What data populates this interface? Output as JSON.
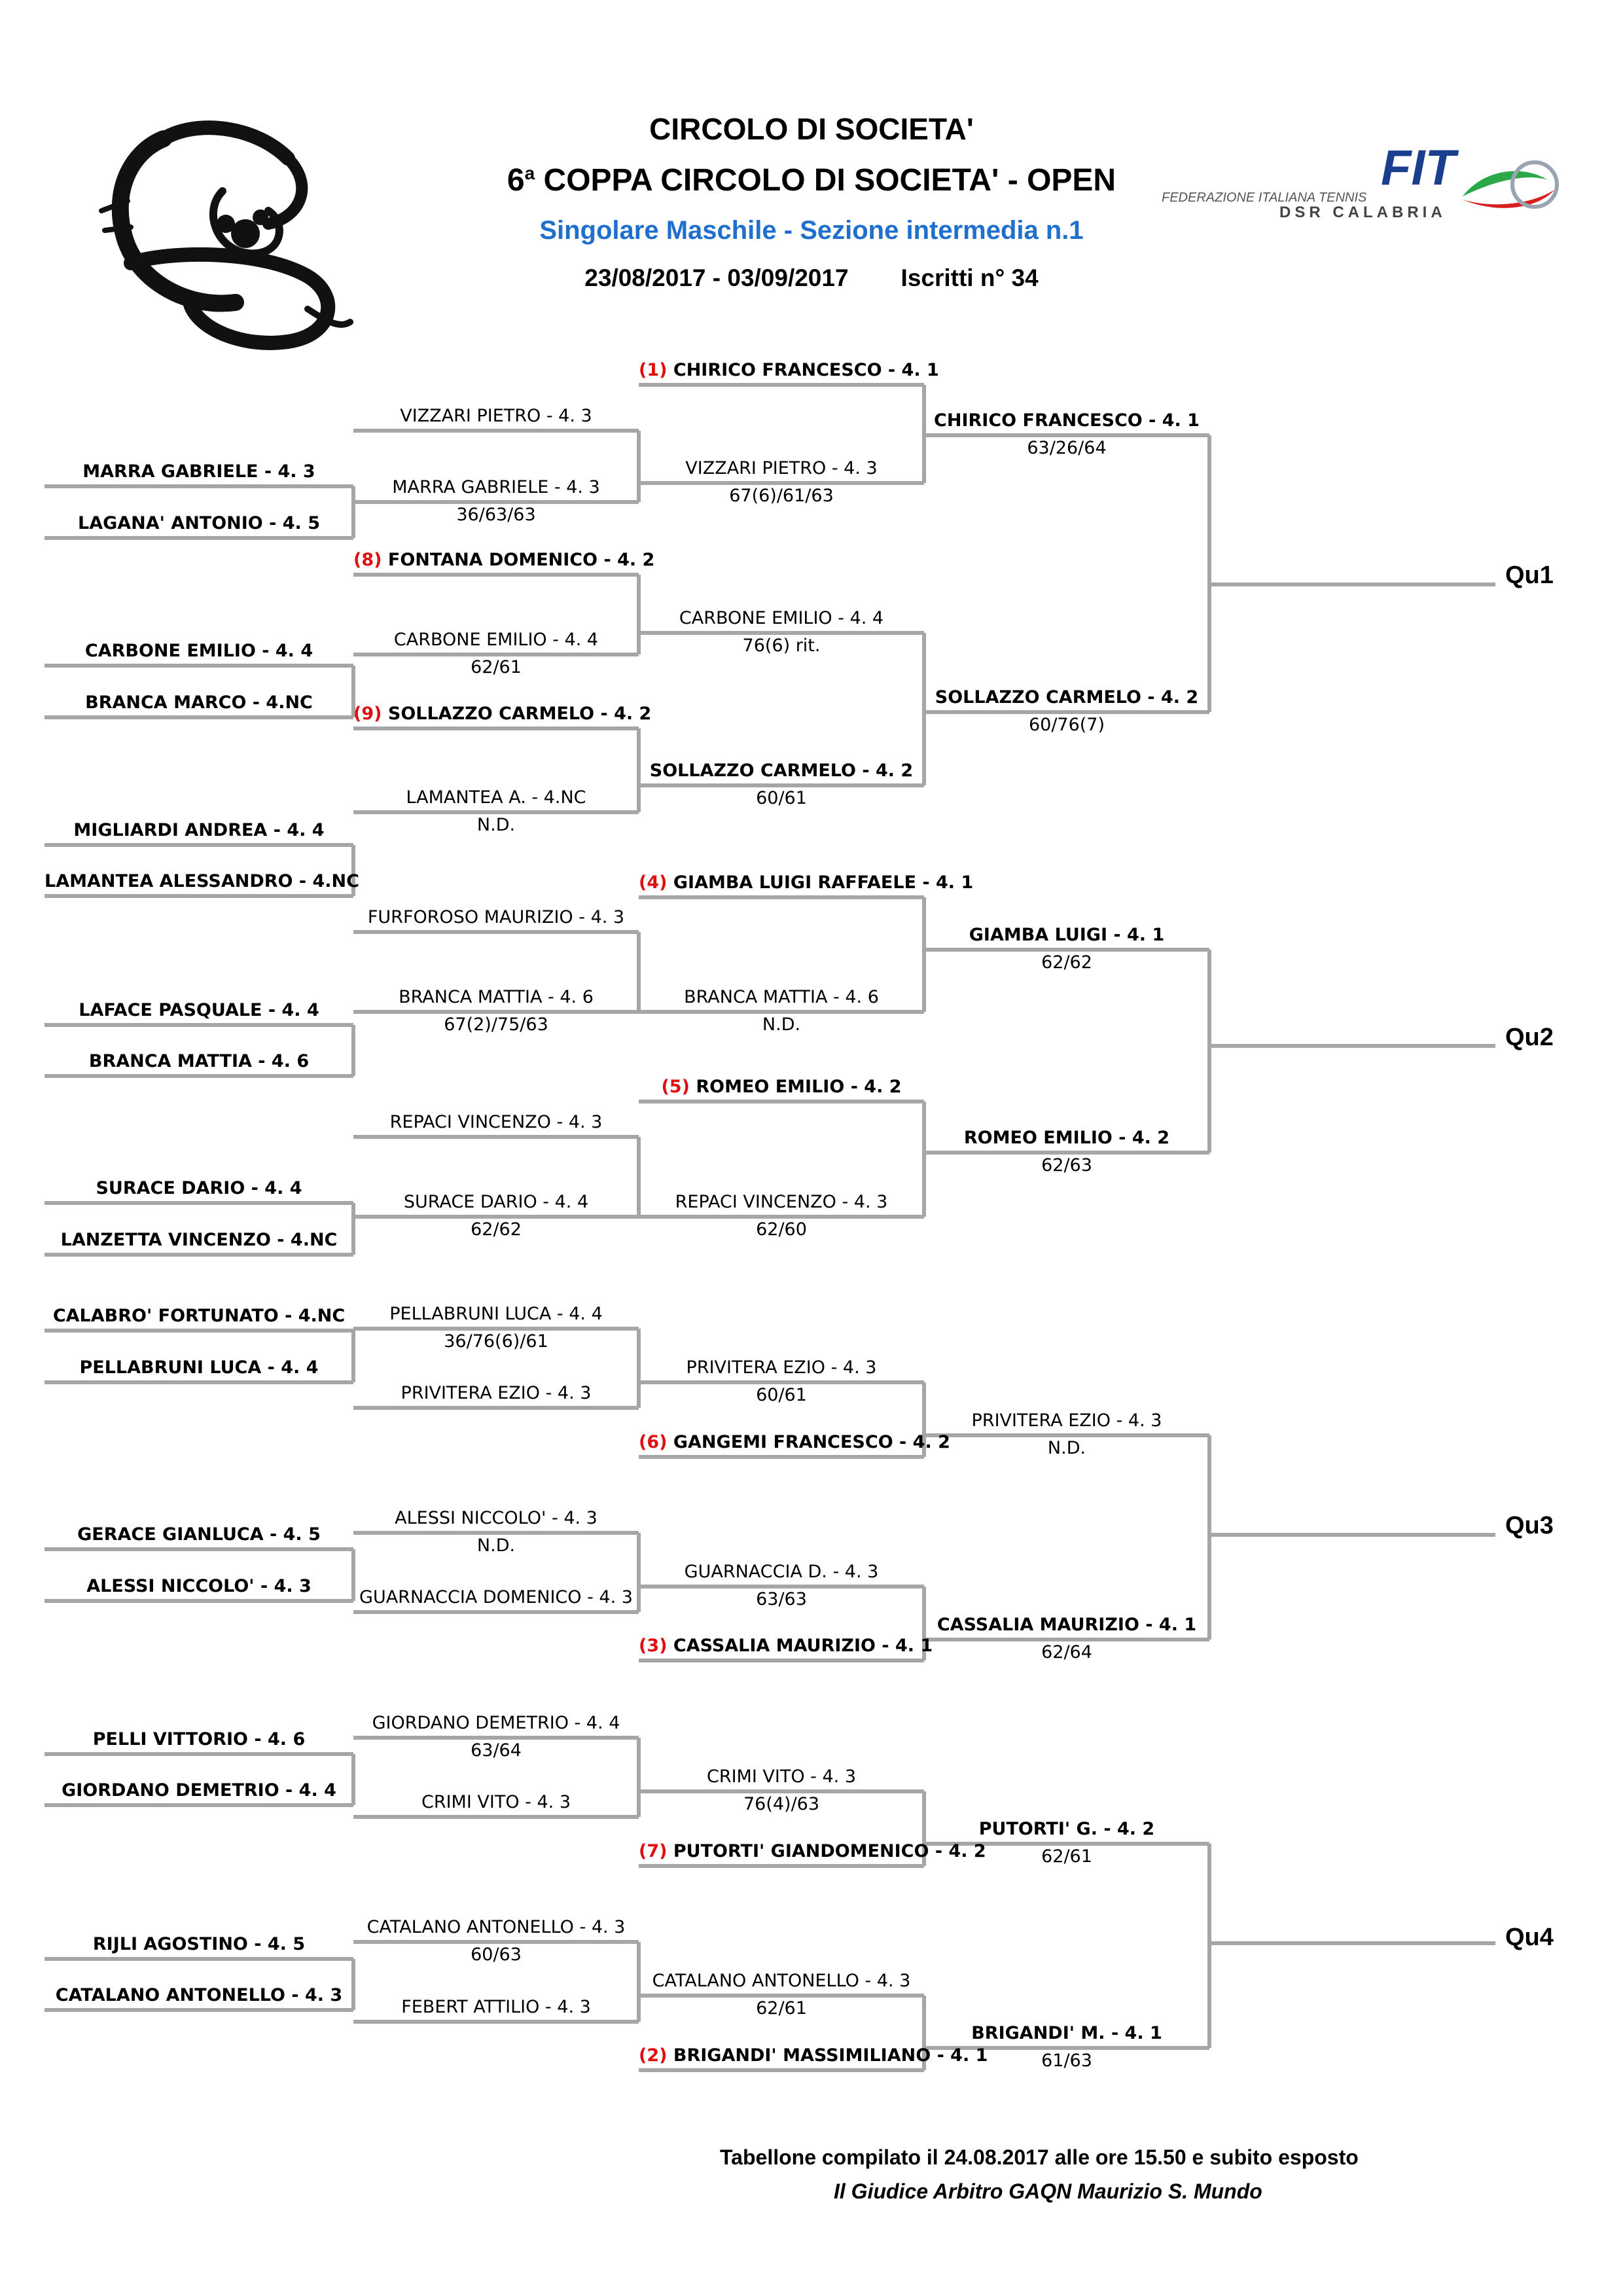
{
  "header": {
    "title": "CIRCOLO DI SOCIETA'",
    "cup_prefix": "6",
    "cup_sup": "a",
    "cup_rest": " COPPA CIRCOLO DI SOCIETA' - OPEN",
    "section": "Singolare Maschile - Sezione intermedia n.1",
    "dates": "23/08/2017 - 03/09/2017",
    "entrants": "Iscritti n° 34"
  },
  "logos": {
    "left": "circolo-monogram",
    "right_brand": "FIT",
    "right_text1": "FEDERAZIONE ITALIANA TENNIS",
    "right_text2": "DSR CALABRIA"
  },
  "colors": {
    "seed": "#e01010",
    "section": "#1f6fcf",
    "lines": "#a6a6a6"
  },
  "draw": {
    "c1": [
      "MARRA GABRIELE - 4. 3",
      "LAGANA' ANTONIO - 4. 5",
      "CARBONE EMILIO - 4. 4",
      "BRANCA MARCO - 4.NC",
      "MIGLIARDI ANDREA - 4. 4",
      "LAMANTEA ALESSANDRO - 4.NC",
      "LAFACE PASQUALE - 4. 4",
      "BRANCA MATTIA - 4. 6",
      "SURACE DARIO - 4. 4",
      "LANZETTA VINCENZO - 4.NC",
      "CALABRO' FORTUNATO - 4.NC",
      "PELLABRUNI LUCA - 4. 4",
      "GERACE GIANLUCA - 4. 5",
      "ALESSI NICCOLO' - 4. 3",
      "PELLI VITTORIO - 4. 6",
      "GIORDANO DEMETRIO - 4. 4",
      "RIJLI AGOSTINO - 4. 5",
      "CATALANO ANTONELLO - 4. 3"
    ],
    "c2": [
      {
        "name": "VIZZARI PIETRO - 4. 3"
      },
      {
        "name": "MARRA GABRIELE - 4. 3",
        "score": "36/63/63"
      },
      {
        "name": "FONTANA DOMENICO - 4. 2",
        "seed": "(8)",
        "bold": true
      },
      {
        "name": "CARBONE EMILIO - 4. 4",
        "score": "62/61"
      },
      {
        "name": "SOLLAZZO CARMELO - 4. 2",
        "seed": "(9)",
        "bold": true
      },
      {
        "name": "LAMANTEA A. - 4.NC",
        "score": "N.D."
      },
      {
        "name": "FURFOROSO MAURIZIO - 4. 3"
      },
      {
        "name": "BRANCA MATTIA - 4. 6",
        "score": "67(2)/75/63"
      },
      {
        "name": "REPACI VINCENZO - 4. 3"
      },
      {
        "name": "SURACE DARIO - 4. 4",
        "score": "62/62"
      },
      {
        "name": "PELLABRUNI LUCA - 4. 4",
        "score": "36/76(6)/61"
      },
      {
        "name": "PRIVITERA EZIO - 4. 3"
      },
      {
        "name": "ALESSI NICCOLO' - 4. 3",
        "score": "N.D."
      },
      {
        "name": "GUARNACCIA DOMENICO - 4. 3"
      },
      {
        "name": "GIORDANO DEMETRIO - 4. 4",
        "score": "63/64"
      },
      {
        "name": "CRIMI VITO - 4. 3"
      },
      {
        "name": "CATALANO ANTONELLO - 4. 3",
        "score": "60/63"
      },
      {
        "name": "FEBERT ATTILIO - 4. 3"
      }
    ],
    "c3": [
      {
        "name": "CHIRICO FRANCESCO - 4. 1",
        "seed": "(1)",
        "bold": true
      },
      {
        "name": "VIZZARI PIETRO - 4. 3",
        "score": "67(6)/61/63"
      },
      {
        "name": "CARBONE EMILIO - 4. 4",
        "score": "76(6) rit."
      },
      {
        "name": "SOLLAZZO CARMELO - 4. 2",
        "score": "60/61",
        "bold": true
      },
      {
        "name": "GIAMBA LUIGI RAFFAELE - 4. 1",
        "seed": "(4)",
        "bold": true
      },
      {
        "name": "BRANCA MATTIA - 4. 6",
        "score": "N.D."
      },
      {
        "name": "ROMEO EMILIO - 4. 2",
        "seed": "(5)",
        "bold": true
      },
      {
        "name": "REPACI VINCENZO - 4. 3",
        "score": "62/60"
      },
      {
        "name": "PRIVITERA EZIO - 4. 3",
        "score": "60/61"
      },
      {
        "name": "GANGEMI FRANCESCO - 4. 2",
        "seed": "(6)",
        "bold": true
      },
      {
        "name": "GUARNACCIA D. - 4. 3",
        "score": "63/63"
      },
      {
        "name": "CASSALIA MAURIZIO - 4. 1",
        "seed": "(3)",
        "bold": true
      },
      {
        "name": "CRIMI VITO - 4. 3",
        "score": "76(4)/63"
      },
      {
        "name": "PUTORTI' GIANDOMENICO - 4. 2",
        "seed": "(7)",
        "bold": true
      },
      {
        "name": "CATALANO ANTONELLO - 4. 3",
        "score": "62/61"
      },
      {
        "name": "BRIGANDI' MASSIMILIANO - 4. 1",
        "seed": "(2)",
        "bold": true
      }
    ],
    "c4": [
      {
        "name": "CHIRICO FRANCESCO - 4. 1",
        "score": "63/26/64",
        "bold": true
      },
      {
        "name": "SOLLAZZO CARMELO - 4. 2",
        "score": "60/76(7)",
        "bold": true
      },
      {
        "name": "GIAMBA LUIGI - 4. 1",
        "score": "62/62",
        "bold": true
      },
      {
        "name": "ROMEO EMILIO - 4. 2",
        "score": "62/63",
        "bold": true
      },
      {
        "name": "PRIVITERA EZIO - 4. 3",
        "score": "N.D."
      },
      {
        "name": "CASSALIA MAURIZIO - 4. 1",
        "score": "62/64",
        "bold": true
      },
      {
        "name": "PUTORTI' G. - 4. 2",
        "score": "62/61",
        "bold": true
      },
      {
        "name": "BRIGANDI' M. - 4. 1",
        "score": "61/63",
        "bold": true
      }
    ],
    "qualifiers": [
      "Qu1",
      "Qu2",
      "Qu3",
      "Qu4"
    ]
  },
  "footer": {
    "line1": "Tabellone compilato il 24.08.2017 alle ore 15.50 e subito esposto",
    "line2": "Il Giudice Arbitro GAQN Maurizio S. Mundo"
  }
}
